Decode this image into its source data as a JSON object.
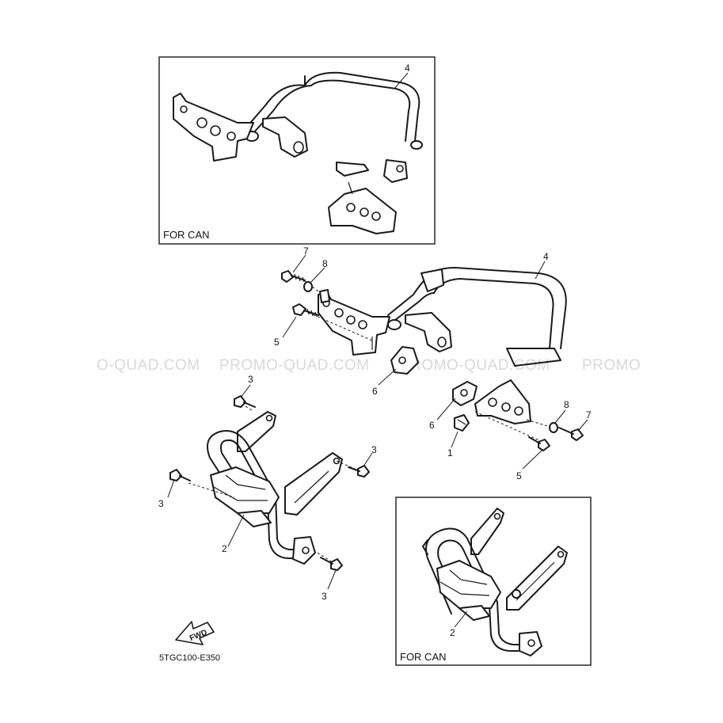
{
  "watermark": {
    "segments": [
      "O-QUAD.COM",
      "PROMO-QUAD.COM",
      "PROMO-QUAD.COM",
      "PROMO"
    ]
  },
  "inset_top": {
    "label": "FOR CAN",
    "callouts": [
      "4"
    ]
  },
  "inset_bottom": {
    "label": "FOR CAN",
    "callouts": [
      "2"
    ]
  },
  "main": {
    "callouts": {
      "c1": "1",
      "c2": "2",
      "c3a": "3",
      "c3b": "3",
      "c3c": "3",
      "c3d": "3",
      "c4": "4",
      "c5a": "5",
      "c5b": "5",
      "c6a": "6",
      "c6b": "6",
      "c7a": "7",
      "c7b": "7",
      "c8a": "8",
      "c8b": "8"
    }
  },
  "direction_marker": {
    "text": "FWD"
  },
  "diagram_code": "5TGC100-E350"
}
